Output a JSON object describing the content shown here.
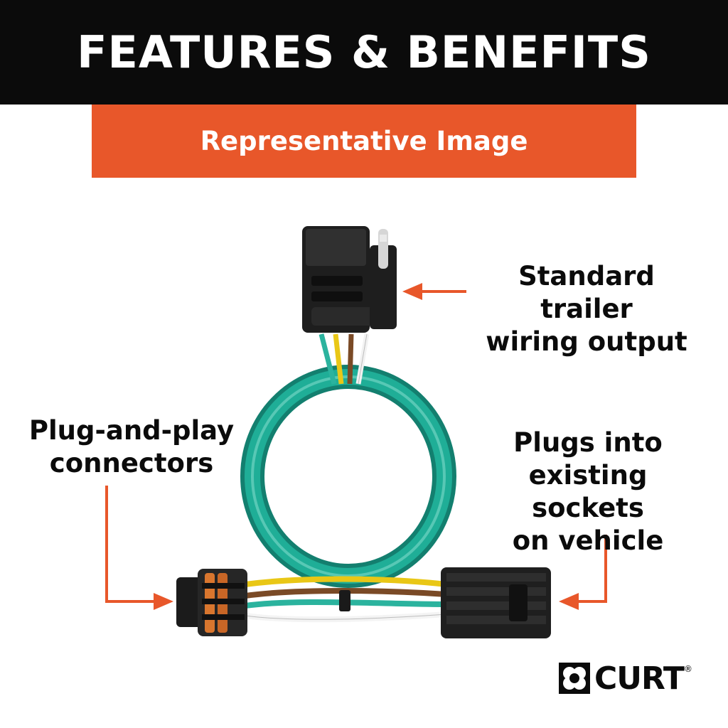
{
  "header": {
    "title": "FEATURES & BENEFITS"
  },
  "banner": {
    "label": "Representative Image"
  },
  "callouts": {
    "top": [
      "Standard trailer",
      "wiring output"
    ],
    "left": [
      "Plug-and-play",
      "connectors"
    ],
    "right": [
      "Plugs into",
      "existing sockets",
      "on vehicle"
    ]
  },
  "brand": {
    "name": "CURT",
    "mark": "®"
  },
  "colors": {
    "header_bg": "#0b0b0b",
    "accent": "#e8572a",
    "cable": "#1a9a86",
    "text": "#0b0b0b"
  },
  "icons": [
    "arrow-left-icon",
    "arrow-right-icon",
    "curt-logo-icon"
  ]
}
